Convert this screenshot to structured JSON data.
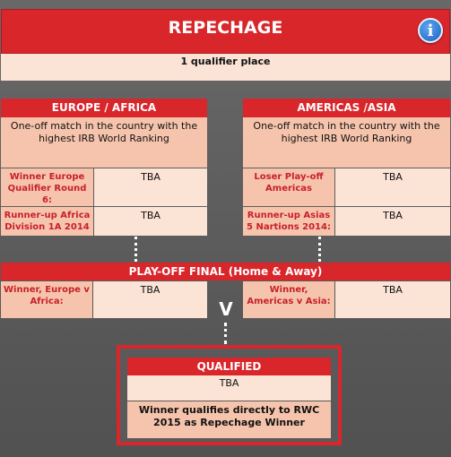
{
  "repechage": {
    "title": "REPECHAGE",
    "subtitle": "1 qualifier place",
    "info_icon": "info-icon"
  },
  "europe_africa": {
    "title": "EUROPE / AFRICA",
    "description": "One-off match in the country with the highest IRB World Ranking",
    "rows": [
      {
        "label": "Winner Europe Qualifier Round 6:",
        "value": "TBA"
      },
      {
        "label": "Runner-up Africa Division 1A 2014",
        "value": "TBA"
      }
    ]
  },
  "americas_asia": {
    "title": "AMERICAS /ASIA",
    "description": "One-off match in the country with the highest IRB World Ranking",
    "rows": [
      {
        "label": "Loser Play-off Americas",
        "value": "TBA"
      },
      {
        "label": "Runner-up Asias 5 Nartions 2014:",
        "value": "TBA"
      }
    ]
  },
  "playoff": {
    "title": "PLAY-OFF FINAL (Home & Away)",
    "left": {
      "label": "Winner, Europe v Africa:",
      "value": "TBA"
    },
    "right": {
      "label": "Winner, Americas v Asia:",
      "value": "TBA"
    },
    "versus": "V"
  },
  "qualified": {
    "title": "QUALIFIED",
    "value": "TBA",
    "description": "Winner qualifies directly to RWC 2015 as Repechage Winner"
  },
  "colors": {
    "accent_red": "#d9262b",
    "pale": "#fbe3d6",
    "mid": "#f6c4ac"
  }
}
